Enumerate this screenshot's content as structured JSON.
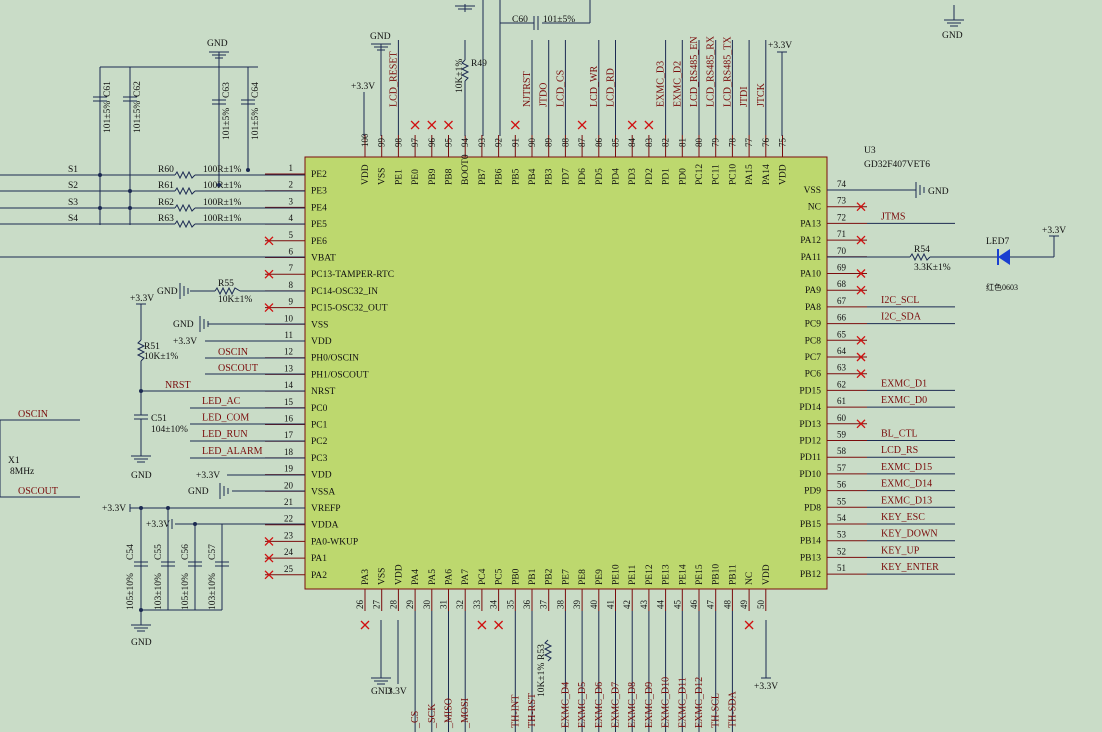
{
  "chip": {
    "ref": "U3",
    "part": "GD32F407VET6"
  },
  "pins_left": [
    {
      "num": "1",
      "name": "PE2",
      "net": "S1",
      "nc": false
    },
    {
      "num": "2",
      "name": "PE3",
      "net": "S2",
      "nc": false
    },
    {
      "num": "3",
      "name": "PE4",
      "net": "S3",
      "nc": false
    },
    {
      "num": "4",
      "name": "PE5",
      "net": "S4",
      "nc": false
    },
    {
      "num": "5",
      "name": "PE6",
      "net": "",
      "nc": true
    },
    {
      "num": "6",
      "name": "VBAT",
      "net": "",
      "nc": false
    },
    {
      "num": "7",
      "name": "PC13-TAMPER-RTC",
      "net": "",
      "nc": true
    },
    {
      "num": "8",
      "name": "PC14-OSC32_IN",
      "net": "",
      "nc": false
    },
    {
      "num": "9",
      "name": "PC15-OSC32_OUT",
      "net": "",
      "nc": true
    },
    {
      "num": "10",
      "name": "VSS",
      "net": "",
      "nc": false
    },
    {
      "num": "11",
      "name": "VDD",
      "net": "",
      "nc": false
    },
    {
      "num": "12",
      "name": "PH0/OSCIN",
      "net": "OSCIN",
      "nc": false
    },
    {
      "num": "13",
      "name": "PH1/OSCOUT",
      "net": "OSCOUT",
      "nc": false
    },
    {
      "num": "14",
      "name": "NRST",
      "net": "NRST",
      "nc": false
    },
    {
      "num": "15",
      "name": "PC0",
      "net": "LED_AC",
      "nc": false
    },
    {
      "num": "16",
      "name": "PC1",
      "net": "LED_COM",
      "nc": false
    },
    {
      "num": "17",
      "name": "PC2",
      "net": "LED_RUN",
      "nc": false
    },
    {
      "num": "18",
      "name": "PC3",
      "net": "LED_ALARM",
      "nc": false
    },
    {
      "num": "19",
      "name": "VDD",
      "net": "",
      "nc": false
    },
    {
      "num": "20",
      "name": "VSSA",
      "net": "",
      "nc": false
    },
    {
      "num": "21",
      "name": "VREFP",
      "net": "",
      "nc": false
    },
    {
      "num": "22",
      "name": "VDDA",
      "net": "",
      "nc": false
    },
    {
      "num": "23",
      "name": "PA0-WKUP",
      "net": "",
      "nc": true
    },
    {
      "num": "24",
      "name": "PA1",
      "net": "",
      "nc": true
    },
    {
      "num": "25",
      "name": "PA2",
      "net": "",
      "nc": true
    }
  ],
  "pins_right": [
    {
      "num": "74",
      "name": "VSS",
      "net": "",
      "nc": false
    },
    {
      "num": "73",
      "name": "NC",
      "net": "",
      "nc": true
    },
    {
      "num": "72",
      "name": "PA13",
      "net": "JTMS",
      "nc": false
    },
    {
      "num": "71",
      "name": "PA12",
      "net": "",
      "nc": true
    },
    {
      "num": "70",
      "name": "PA11",
      "net": "",
      "nc": false
    },
    {
      "num": "69",
      "name": "PA10",
      "net": "",
      "nc": true
    },
    {
      "num": "68",
      "name": "PA9",
      "net": "",
      "nc": true
    },
    {
      "num": "67",
      "name": "PA8",
      "net": "I2C_SCL",
      "nc": false
    },
    {
      "num": "66",
      "name": "PC9",
      "net": "I2C_SDA",
      "nc": false
    },
    {
      "num": "65",
      "name": "PC8",
      "net": "",
      "nc": true
    },
    {
      "num": "64",
      "name": "PC7",
      "net": "",
      "nc": true
    },
    {
      "num": "63",
      "name": "PC6",
      "net": "",
      "nc": true
    },
    {
      "num": "62",
      "name": "PD15",
      "net": "EXMC_D1",
      "nc": false
    },
    {
      "num": "61",
      "name": "PD14",
      "net": "EXMC_D0",
      "nc": false
    },
    {
      "num": "60",
      "name": "PD13",
      "net": "",
      "nc": true
    },
    {
      "num": "59",
      "name": "PD12",
      "net": "BL_CTL",
      "nc": false
    },
    {
      "num": "58",
      "name": "PD11",
      "net": "LCD_RS",
      "nc": false
    },
    {
      "num": "57",
      "name": "PD10",
      "net": "EXMC_D15",
      "nc": false
    },
    {
      "num": "56",
      "name": "PD9",
      "net": "EXMC_D14",
      "nc": false
    },
    {
      "num": "55",
      "name": "PD8",
      "net": "EXMC_D13",
      "nc": false
    },
    {
      "num": "54",
      "name": "PB15",
      "net": "KEY_ESC",
      "nc": false
    },
    {
      "num": "53",
      "name": "PB14",
      "net": "KEY_DOWN",
      "nc": false
    },
    {
      "num": "52",
      "name": "PB13",
      "net": "KEY_UP",
      "nc": false
    },
    {
      "num": "51",
      "name": "PB12",
      "net": "KEY_ENTER",
      "nc": false
    }
  ],
  "pins_top": [
    {
      "num": "100",
      "name": "VDD",
      "net": "+3.3V",
      "nc": false
    },
    {
      "num": "99",
      "name": "VSS",
      "net": "",
      "nc": false
    },
    {
      "num": "98",
      "name": "PE1",
      "net": "LCD_RESET",
      "nc": false
    },
    {
      "num": "97",
      "name": "PE0",
      "net": "",
      "nc": true
    },
    {
      "num": "96",
      "name": "PB9",
      "net": "",
      "nc": true
    },
    {
      "num": "95",
      "name": "PB8",
      "net": "",
      "nc": true
    },
    {
      "num": "94",
      "name": "BOOT0",
      "net": "",
      "nc": false
    },
    {
      "num": "93",
      "name": "PB7",
      "net": "",
      "nc": false
    },
    {
      "num": "92",
      "name": "PB6",
      "net": "",
      "nc": false
    },
    {
      "num": "91",
      "name": "PB5",
      "net": "",
      "nc": true
    },
    {
      "num": "90",
      "name": "PB4",
      "net": "NJTRST",
      "nc": false
    },
    {
      "num": "89",
      "name": "PB3",
      "net": "JTDO",
      "nc": false
    },
    {
      "num": "88",
      "name": "PD7",
      "net": "LCD_CS",
      "nc": false
    },
    {
      "num": "87",
      "name": "PD6",
      "net": "",
      "nc": true
    },
    {
      "num": "86",
      "name": "PD5",
      "net": "LCD_WR",
      "nc": false
    },
    {
      "num": "85",
      "name": "PD4",
      "net": "LCD_RD",
      "nc": false
    },
    {
      "num": "84",
      "name": "PD3",
      "net": "",
      "nc": true
    },
    {
      "num": "83",
      "name": "PD2",
      "net": "",
      "nc": true
    },
    {
      "num": "82",
      "name": "PD1",
      "net": "EXMC_D3",
      "nc": false
    },
    {
      "num": "81",
      "name": "PD0",
      "net": "EXMC_D2",
      "nc": false
    },
    {
      "num": "80",
      "name": "PC12",
      "net": "LCD_RS485_EN",
      "nc": false
    },
    {
      "num": "79",
      "name": "PC11",
      "net": "LCD_RS485_RX",
      "nc": false
    },
    {
      "num": "78",
      "name": "PC10",
      "net": "LCD_RS485_TX",
      "nc": false
    },
    {
      "num": "77",
      "name": "PA15",
      "net": "JTDI",
      "nc": false
    },
    {
      "num": "76",
      "name": "PA14",
      "net": "JTCK",
      "nc": false
    },
    {
      "num": "75",
      "name": "VDD",
      "net": "+3.3V",
      "nc": false
    }
  ],
  "pins_bottom": [
    {
      "num": "26",
      "name": "PA3",
      "net": "",
      "nc": true
    },
    {
      "num": "27",
      "name": "VSS",
      "net": "GND",
      "nc": false
    },
    {
      "num": "28",
      "name": "VDD",
      "net": "3.3V",
      "nc": false
    },
    {
      "num": "29",
      "name": "PA4",
      "net": "_CS",
      "nc": false
    },
    {
      "num": "30",
      "name": "PA5",
      "net": "_SCK",
      "nc": false
    },
    {
      "num": "31",
      "name": "PA6",
      "net": "_MISO",
      "nc": false
    },
    {
      "num": "32",
      "name": "PA7",
      "net": "_MOSI",
      "nc": false
    },
    {
      "num": "33",
      "name": "PC4",
      "net": "",
      "nc": true
    },
    {
      "num": "34",
      "name": "PC5",
      "net": "",
      "nc": true
    },
    {
      "num": "35",
      "name": "PB0",
      "net": "TH-INT",
      "nc": false
    },
    {
      "num": "36",
      "name": "PB1",
      "net": "TH-RST",
      "nc": false
    },
    {
      "num": "37",
      "name": "PB2",
      "net": "",
      "nc": false
    },
    {
      "num": "38",
      "name": "PE7",
      "net": "EXMC_D4",
      "nc": false
    },
    {
      "num": "39",
      "name": "PE8",
      "net": "EXMC_D5",
      "nc": false
    },
    {
      "num": "40",
      "name": "PE9",
      "net": "EXMC_D6",
      "nc": false
    },
    {
      "num": "41",
      "name": "PE10",
      "net": "EXMC_D7",
      "nc": false
    },
    {
      "num": "42",
      "name": "PE11",
      "net": "EXMC_D8",
      "nc": false
    },
    {
      "num": "43",
      "name": "PE12",
      "net": "EXMC_D9",
      "nc": false
    },
    {
      "num": "44",
      "name": "PE13",
      "net": "EXMC_D10",
      "nc": false
    },
    {
      "num": "45",
      "name": "PE14",
      "net": "EXMC_D11",
      "nc": false
    },
    {
      "num": "46",
      "name": "PE15",
      "net": "EXMC_D12",
      "nc": false
    },
    {
      "num": "47",
      "name": "PB10",
      "net": "TH-SCL",
      "nc": false
    },
    {
      "num": "48",
      "name": "PB11",
      "net": "TH-SDA",
      "nc": false
    },
    {
      "num": "49",
      "name": "NC",
      "net": "",
      "nc": true
    },
    {
      "num": "50",
      "name": "VDD",
      "net": "+3.3V",
      "nc": false
    }
  ],
  "parts": {
    "C61": "C61",
    "C62": "C62",
    "C63": "C63",
    "C64": "C64",
    "cval_101": "101±5%",
    "C60": "C60",
    "C60_val": "101±5%",
    "R49": "R49",
    "R49_val": "10K±1%",
    "R60": "R60",
    "R61": "R61",
    "R62": "R62",
    "R63": "R63",
    "r100": "100R±1%",
    "R55": "R55",
    "R55_val": "10K±1%",
    "R51": "R51",
    "R51_val": "10K±1%",
    "C51": "C51",
    "C51_val": "104±10%",
    "X1": "X1",
    "X1_val": "8MHz",
    "C54": "C54",
    "C55": "C55",
    "C56": "C56",
    "C57": "C57",
    "c105": "105±10%",
    "c103": "103±10%",
    "R53": "R53",
    "R53_val": "10K±1%",
    "R54": "R54",
    "R54_val": "3.3K±1%",
    "LED7": "LED7",
    "LED7_val": "红色0603"
  },
  "nets": {
    "gnd": "GND",
    "v33": "+3.3V",
    "oscin": "OSCIN",
    "oscout": "OSCOUT",
    "s1": "S1",
    "s2": "S2",
    "s3": "S3",
    "s4": "S4",
    "nrst": "NRST"
  }
}
